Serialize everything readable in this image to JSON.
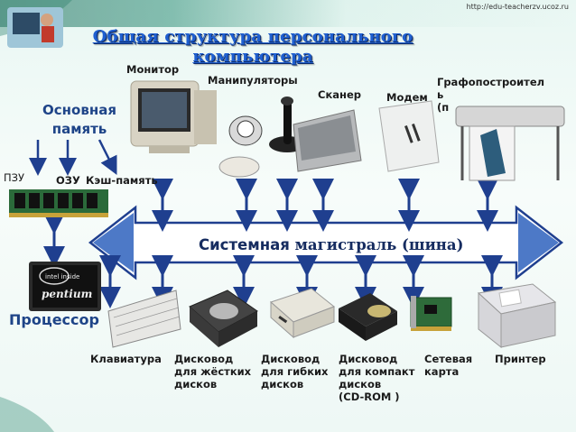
{
  "url": "http://edu-teacherzv.ucoz.ru",
  "title": "Общая структура персонального компьютера",
  "main_memory": "Основная\nпамять",
  "rom": "ПЗУ",
  "ram": "ОЗУ",
  "cache": "Кэш-память",
  "processor": "Процессор",
  "bus": {
    "word1": "Системная",
    "word2": "магистраль (шина)"
  },
  "top_devices": {
    "monitor": "Монитор",
    "manipulators": "Манипуляторы",
    "scanner": "Сканер",
    "modem": "Модем",
    "plotter": "Графопостроител\nь\n(п"
  },
  "bottom_devices": {
    "keyboard": "Клавиатура",
    "hdd": "Дисковод\nдля жёстких\nдисков",
    "fdd": "Дисковод\nдля гибких\nдисков",
    "cdrom": "Дисковод\nдля компакт\nдисков\n(CD-ROM )",
    "network": "Сетевая\nкарта",
    "printer": "Принтер"
  },
  "chip_text": {
    "intel": "intel inside",
    "pentium": "pentium"
  },
  "colors": {
    "arrow": "#1f3f8f",
    "bus_fill": "#ffffff",
    "title": "#1f5fd0",
    "accent": "#1e4488"
  }
}
